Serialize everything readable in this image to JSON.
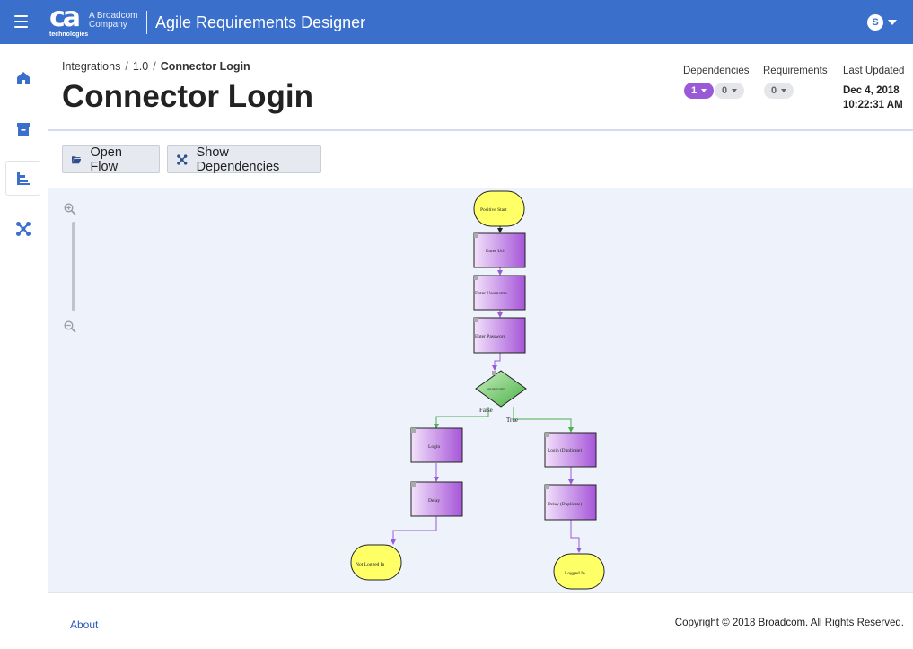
{
  "app": {
    "logo_text": "ca",
    "logo_sub": "technologies",
    "company_line1": "A Broadcom",
    "company_line2": "Company",
    "title": "Agile Requirements Designer",
    "user_initial": "S"
  },
  "breadcrumb": {
    "items": [
      "Integrations",
      "1.0"
    ],
    "separator": "/",
    "current": "Connector Login"
  },
  "page": {
    "title": "Connector Login"
  },
  "meta": {
    "dependencies_label": "Dependencies",
    "dependencies_counts": [
      "1",
      "0"
    ],
    "requirements_label": "Requirements",
    "requirements_count": "0",
    "last_updated_label": "Last Updated",
    "last_updated_date": "Dec 4, 2018",
    "last_updated_time": "10:22:31 AM"
  },
  "toolbar": {
    "open_flow": "Open Flow",
    "show_dependencies": "Show Dependencies"
  },
  "flow": {
    "nodes": {
      "start": "Positive Start",
      "enter_url": "Enter Url",
      "enter_username": "Enter Username",
      "enter_password": "Enter Password",
      "decision": "login details valid?",
      "login": "Login",
      "delay": "Delay",
      "not_logged_in": "Not Logged In",
      "login_dup": "Login (Duplicate)",
      "delay_dup": "Delay (Duplicate)",
      "logged_in": "Logged In"
    },
    "edges": {
      "false_label": "False",
      "true_label": "True"
    },
    "colors": {
      "terminal": "#ffff66",
      "process": "#b36be0",
      "decision": "#5cc35c",
      "edge_process": "#9a5ad8",
      "edge_decision": "#4caf50"
    }
  },
  "footer": {
    "about": "About",
    "copyright": "Copyright © 2018 Broadcom. All Rights Reserved."
  },
  "colors": {
    "brand": "#3b6fcc",
    "sidebar_icon": "#3b6fcc",
    "canvas_bg": "#eef2fb"
  }
}
